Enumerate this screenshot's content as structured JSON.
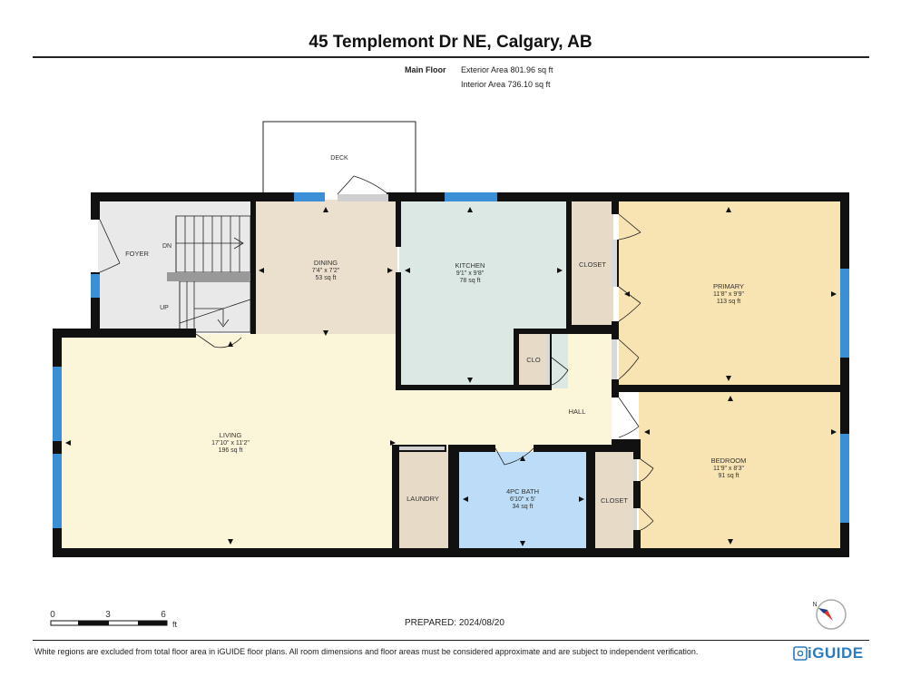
{
  "header": {
    "address": "45 Templemont Dr NE, Calgary, AB",
    "floor": "Main Floor",
    "exterior_area": "Exterior Area 801.96 sq ft",
    "interior_area": "Interior Area 736.10 sq ft"
  },
  "rooms": {
    "deck": {
      "name": "DECK"
    },
    "foyer": {
      "name": "FOYER"
    },
    "stairs_down": "DN",
    "stairs_up": "UP",
    "dining": {
      "name": "DINING",
      "dims": "7'4\" x 7'2\"",
      "area": "53 sq ft"
    },
    "kitchen": {
      "name": "KITCHEN",
      "dims": "9'1\" x 9'8\"",
      "area": "78 sq ft"
    },
    "closet_top": {
      "name": "CLOSET"
    },
    "primary": {
      "name": "PRIMARY",
      "dims": "11'8\" x 9'9\"",
      "area": "113 sq ft"
    },
    "clo": {
      "name": "CLO"
    },
    "hall": {
      "name": "HALL"
    },
    "living": {
      "name": "LIVING",
      "dims": "17'10\" x 11'2\"",
      "area": "196 sq ft"
    },
    "laundry": {
      "name": "LAUNDRY"
    },
    "bath": {
      "name": "4PC BATH",
      "dims": "6'10\" x 5'",
      "area": "34 sq ft"
    },
    "closet_bottom": {
      "name": "CLOSET"
    },
    "bedroom": {
      "name": "BEDROOM",
      "dims": "11'9\" x 8'3\"",
      "area": "91 sq ft"
    }
  },
  "scale": {
    "labels": [
      "0",
      "3",
      "6"
    ],
    "unit": "ft"
  },
  "compass": {
    "label": "N"
  },
  "prepared": "PREPARED: 2024/08/20",
  "disclaimer": "White regions are excluded from total floor area in iGUIDE floor plans. All room dimensions and floor areas must be considered approximate and are subject to independent verification.",
  "brand": "iGUIDE",
  "colors": {
    "wall": "#111111",
    "window": "#3a8fd6",
    "living_hall": "#fbf5d9",
    "dining": "#ebdfcd",
    "kitchen": "#dbe8e4",
    "bedroom": "#f8e3b3",
    "closet": "#e7dbc8",
    "bath": "#bcdcf7",
    "foyer": "#e9e9e9",
    "brand": "#2a7bbf"
  }
}
